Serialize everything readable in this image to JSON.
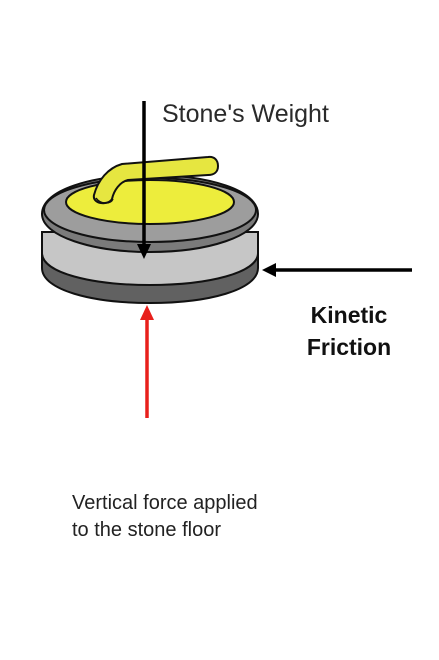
{
  "labels": {
    "weight": "Stone's Weight",
    "friction_line1": "Kinetic",
    "friction_line2": "Friction",
    "normal_line1": "Vertical force applied",
    "normal_line2": "to the stone floor"
  },
  "colors": {
    "stone_dark": "#606060",
    "stone_mid": "#9a9a9a",
    "stone_light": "#c4c4c4",
    "handle": "#e6e640",
    "handle_top": "#f2f23a",
    "outline": "#111111",
    "arrow_black": "#000000",
    "arrow_red": "#e8201c"
  }
}
